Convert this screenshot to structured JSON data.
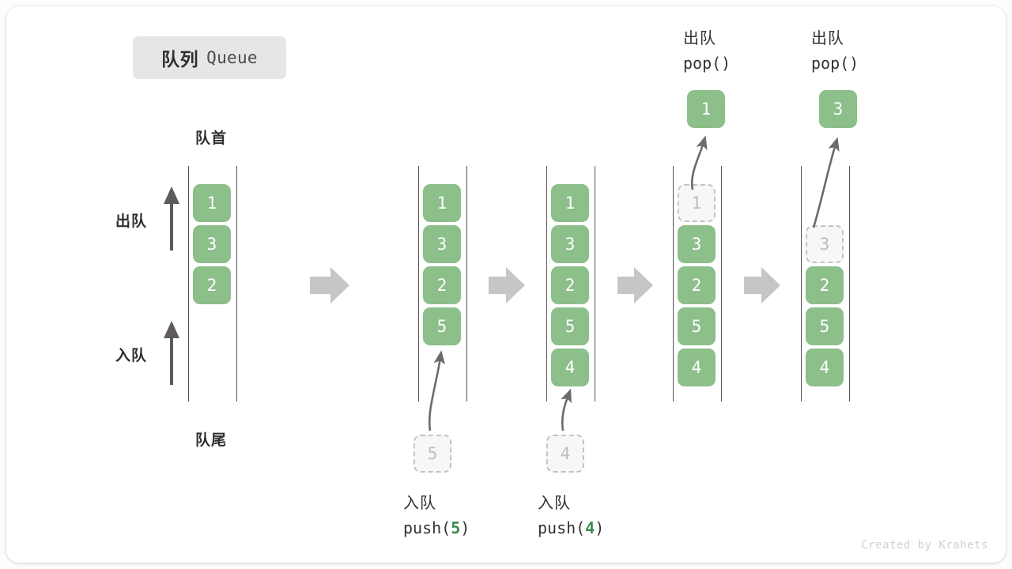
{
  "title": {
    "cn": "队列",
    "en": "Queue"
  },
  "credit": "Created by Krahets",
  "labels": {
    "head": "队首",
    "tail": "队尾",
    "dequeue": "出队",
    "enqueue": "入队"
  },
  "colors": {
    "element_fill": "#8cbf8a",
    "element_text": "#ffffff",
    "ghost_fill": "#f7f7f7",
    "ghost_border": "#c3c3c3",
    "ghost_text": "#bdbdbd",
    "rail": "#555555",
    "arrow_gray": "#c6c6c6",
    "curve_arrow": "#6b6b6b",
    "badge_bg": "#e6e6e6",
    "accent_green": "#3d8b4a",
    "credit_text": "#d0d0d0"
  },
  "steps": [
    {
      "id": "step-1",
      "caption_cn": "",
      "caption_code": "",
      "elements": [
        "1",
        "3",
        "2"
      ],
      "ghost_top": null,
      "ghost_bottom": null,
      "popped": null
    },
    {
      "id": "step-2",
      "caption_cn": "入队",
      "caption_code": "push(5)",
      "caption_arg": "5",
      "elements": [
        "1",
        "3",
        "2",
        "5"
      ],
      "ghost_top": null,
      "ghost_bottom": "5",
      "popped": null
    },
    {
      "id": "step-3",
      "caption_cn": "入队",
      "caption_code": "push(4)",
      "caption_arg": "4",
      "elements": [
        "1",
        "3",
        "2",
        "5",
        "4"
      ],
      "ghost_top": null,
      "ghost_bottom": "4",
      "popped": null
    },
    {
      "id": "step-4",
      "caption_cn": "出队",
      "caption_code": "pop()",
      "caption_arg": "",
      "elements": [
        "3",
        "2",
        "5",
        "4"
      ],
      "ghost_top": "1",
      "ghost_bottom": null,
      "popped": "1"
    },
    {
      "id": "step-5",
      "caption_cn": "出队",
      "caption_code": "pop()",
      "caption_arg": "",
      "elements": [
        "2",
        "5",
        "4"
      ],
      "ghost_top": "3",
      "ghost_bottom": null,
      "popped": "3"
    }
  ],
  "flow_arrows": 4
}
